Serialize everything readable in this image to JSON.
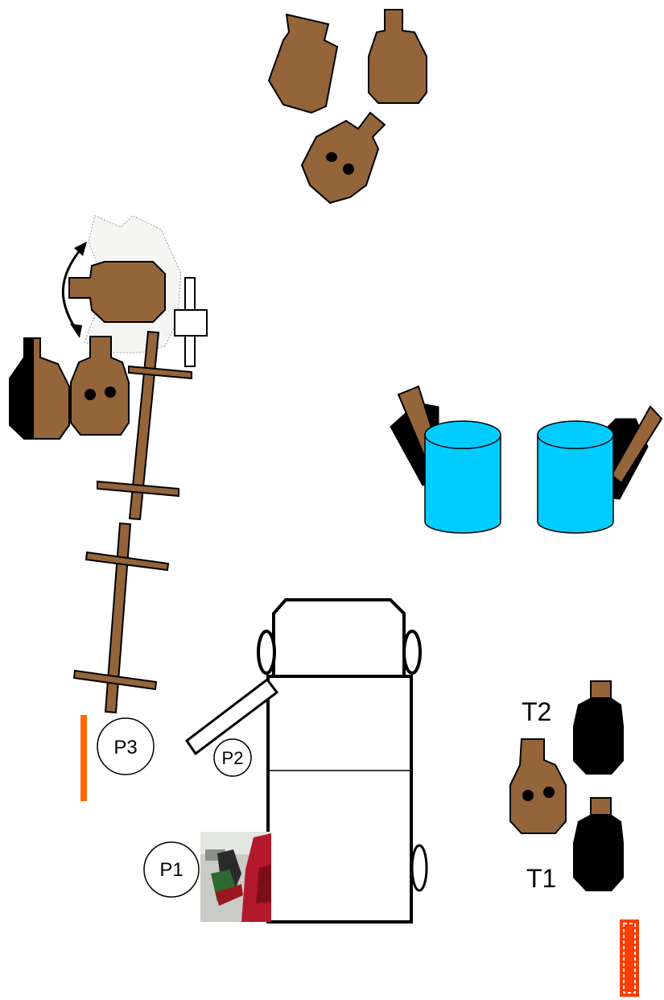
{
  "positions": {
    "p1": "P1",
    "p2": "P2",
    "p3": "P3"
  },
  "targets": {
    "t1": "T1",
    "t2": "T2"
  },
  "colors": {
    "target_brown": "#94643a",
    "target_black": "#000000",
    "barrel_blue": "#00ccff",
    "fault_line": "#ff6600",
    "outline": "#000000"
  },
  "icons": {
    "fuel_photo": "fuel-nozzle-photo-icon",
    "swing_arrow": "double-arrow-icon"
  }
}
